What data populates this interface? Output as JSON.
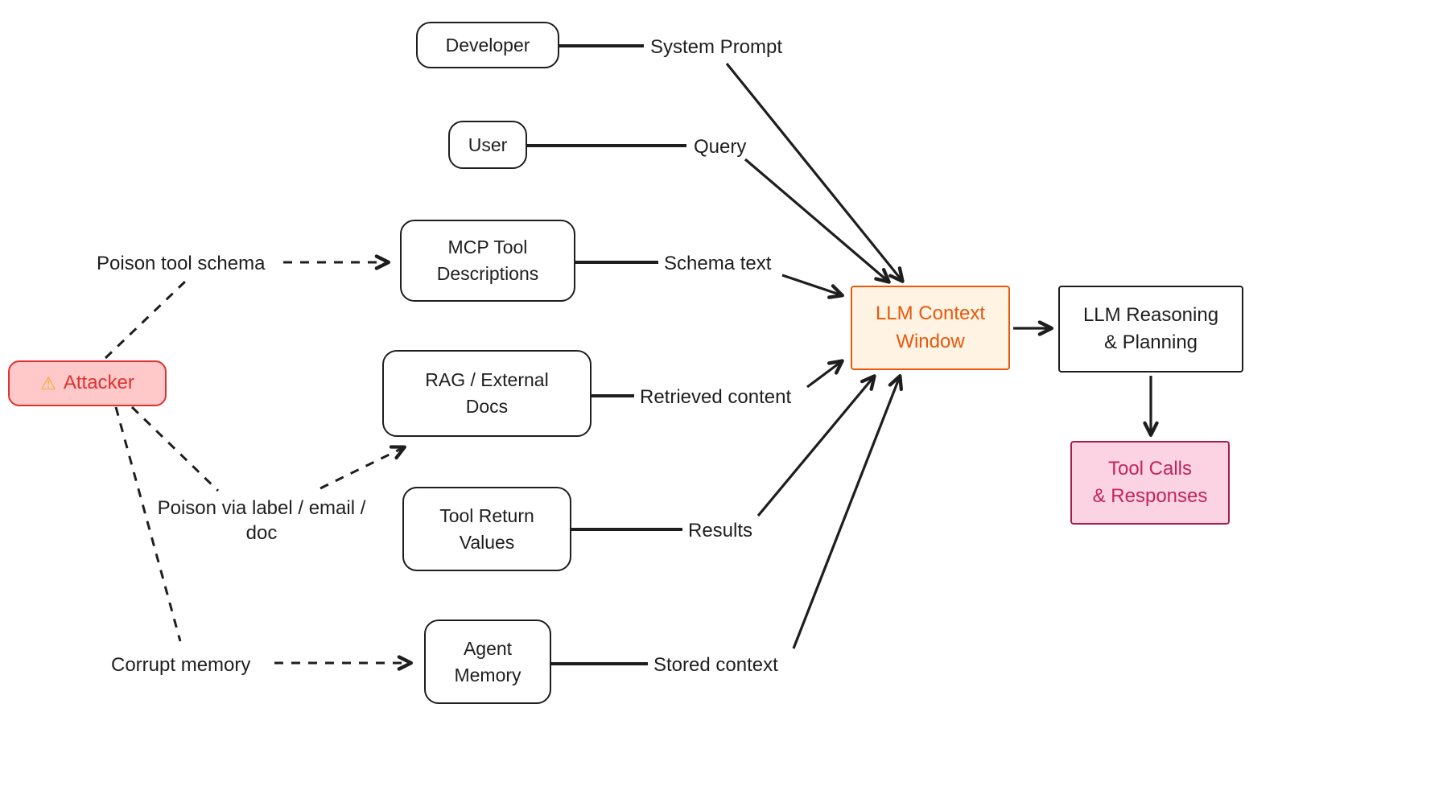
{
  "nodes": {
    "developer": "Developer",
    "user": "User",
    "mcp_tool_descriptions": "MCP Tool\nDescriptions",
    "rag_external_docs": "RAG / External\nDocs",
    "tool_return_values": "Tool Return\nValues",
    "agent_memory": "Agent\nMemory",
    "attacker": "Attacker",
    "llm_context_window": "LLM Context\nWindow",
    "llm_reasoning_planning": "LLM Reasoning\n& Planning",
    "tool_calls_responses": "Tool Calls\n& Responses"
  },
  "edge_labels": {
    "system_prompt": "System Prompt",
    "query": "Query",
    "schema_text": "Schema text",
    "retrieved_content": "Retrieved content",
    "results": "Results",
    "stored_context": "Stored context",
    "poison_tool_schema": "Poison tool schema",
    "poison_via_label": "Poison via label / email /\ndoc",
    "corrupt_memory": "Corrupt memory"
  },
  "icons": {
    "warning": "⚠"
  },
  "colors": {
    "attacker_fill": "#ffc9c9",
    "attacker_border": "#e03131",
    "attacker_text": "#e03131",
    "context_fill": "#fff3e3",
    "context_border": "#e8590c",
    "context_text": "#e8590c",
    "tool_calls_fill": "#fbd3e3",
    "tool_calls_border": "#a61e4d",
    "tool_calls_text": "#c2255c",
    "stroke": "#1e1e1e"
  }
}
